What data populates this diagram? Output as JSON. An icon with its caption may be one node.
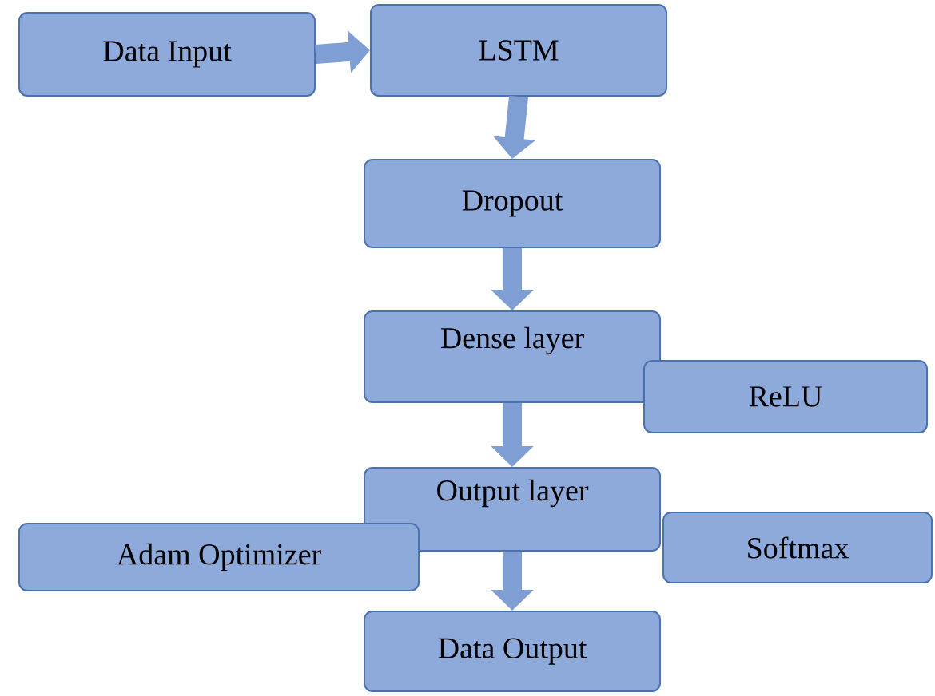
{
  "diagram": {
    "nodes": [
      {
        "text": [
          "Data Input"
        ]
      },
      {
        "text": [
          "LSTM"
        ]
      },
      {
        "text": [
          "Dropout"
        ]
      },
      {
        "text": [
          "Dense layer"
        ]
      },
      {
        "text": [
          "ReLU"
        ]
      },
      {
        "text": [
          "Output layer"
        ]
      },
      {
        "text": [
          "Adam Optimizer"
        ]
      },
      {
        "text": [
          "Softmax"
        ]
      },
      {
        "text": [
          "Data Output"
        ]
      }
    ],
    "edges": [
      {
        "from": 0,
        "to": 1,
        "arrow": "to"
      },
      {
        "from": 1,
        "to": 2,
        "arrow": "to"
      },
      {
        "from": 2,
        "to": 3,
        "arrow": "to"
      },
      {
        "from": 3,
        "to": 5,
        "arrow": "to"
      },
      {
        "from": 5,
        "to": 8,
        "arrow": "to"
      }
    ]
  }
}
